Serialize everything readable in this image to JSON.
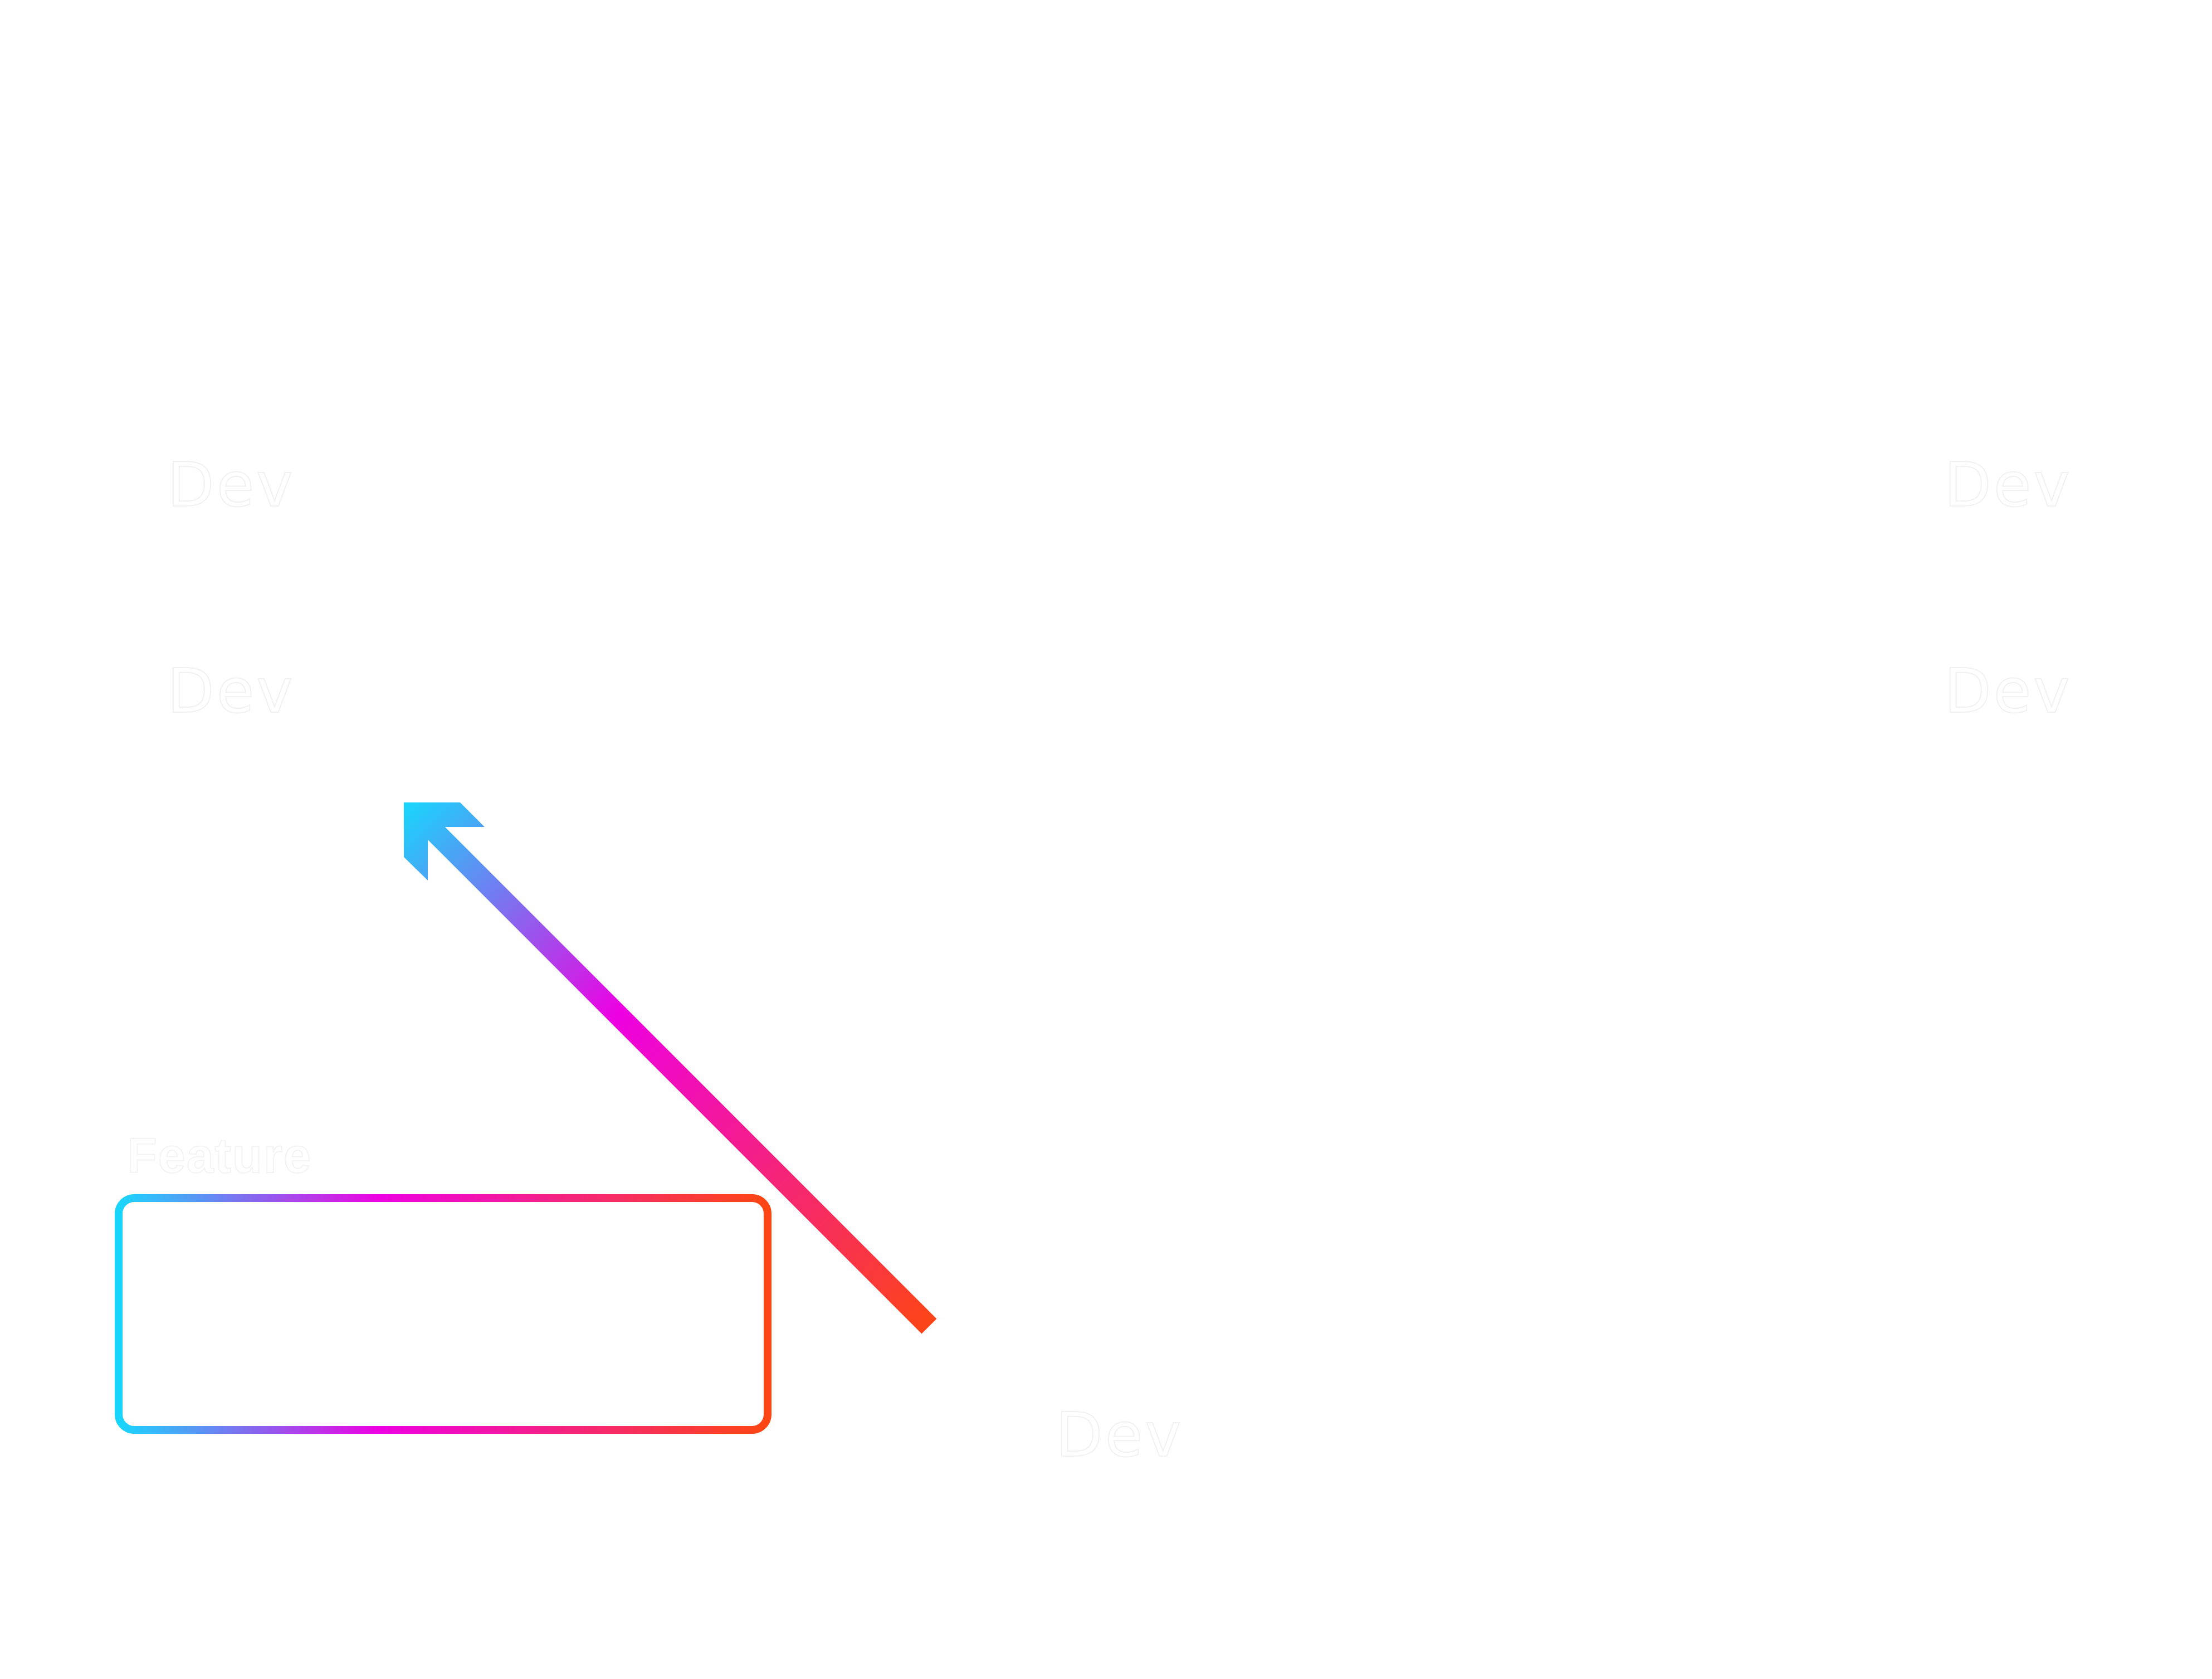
{
  "annotation": {
    "label": "Feature",
    "gradient": {
      "start": "#18d6fb",
      "middle": "#ee00e2",
      "end": "#fd4613"
    }
  },
  "watermarks": [
    {
      "text": "Dev"
    },
    {
      "text": "Dev"
    },
    {
      "text": "Dev"
    },
    {
      "text": "Dev"
    },
    {
      "text": "Dev"
    }
  ],
  "icons": [
    "arrow-up-left-icon"
  ]
}
